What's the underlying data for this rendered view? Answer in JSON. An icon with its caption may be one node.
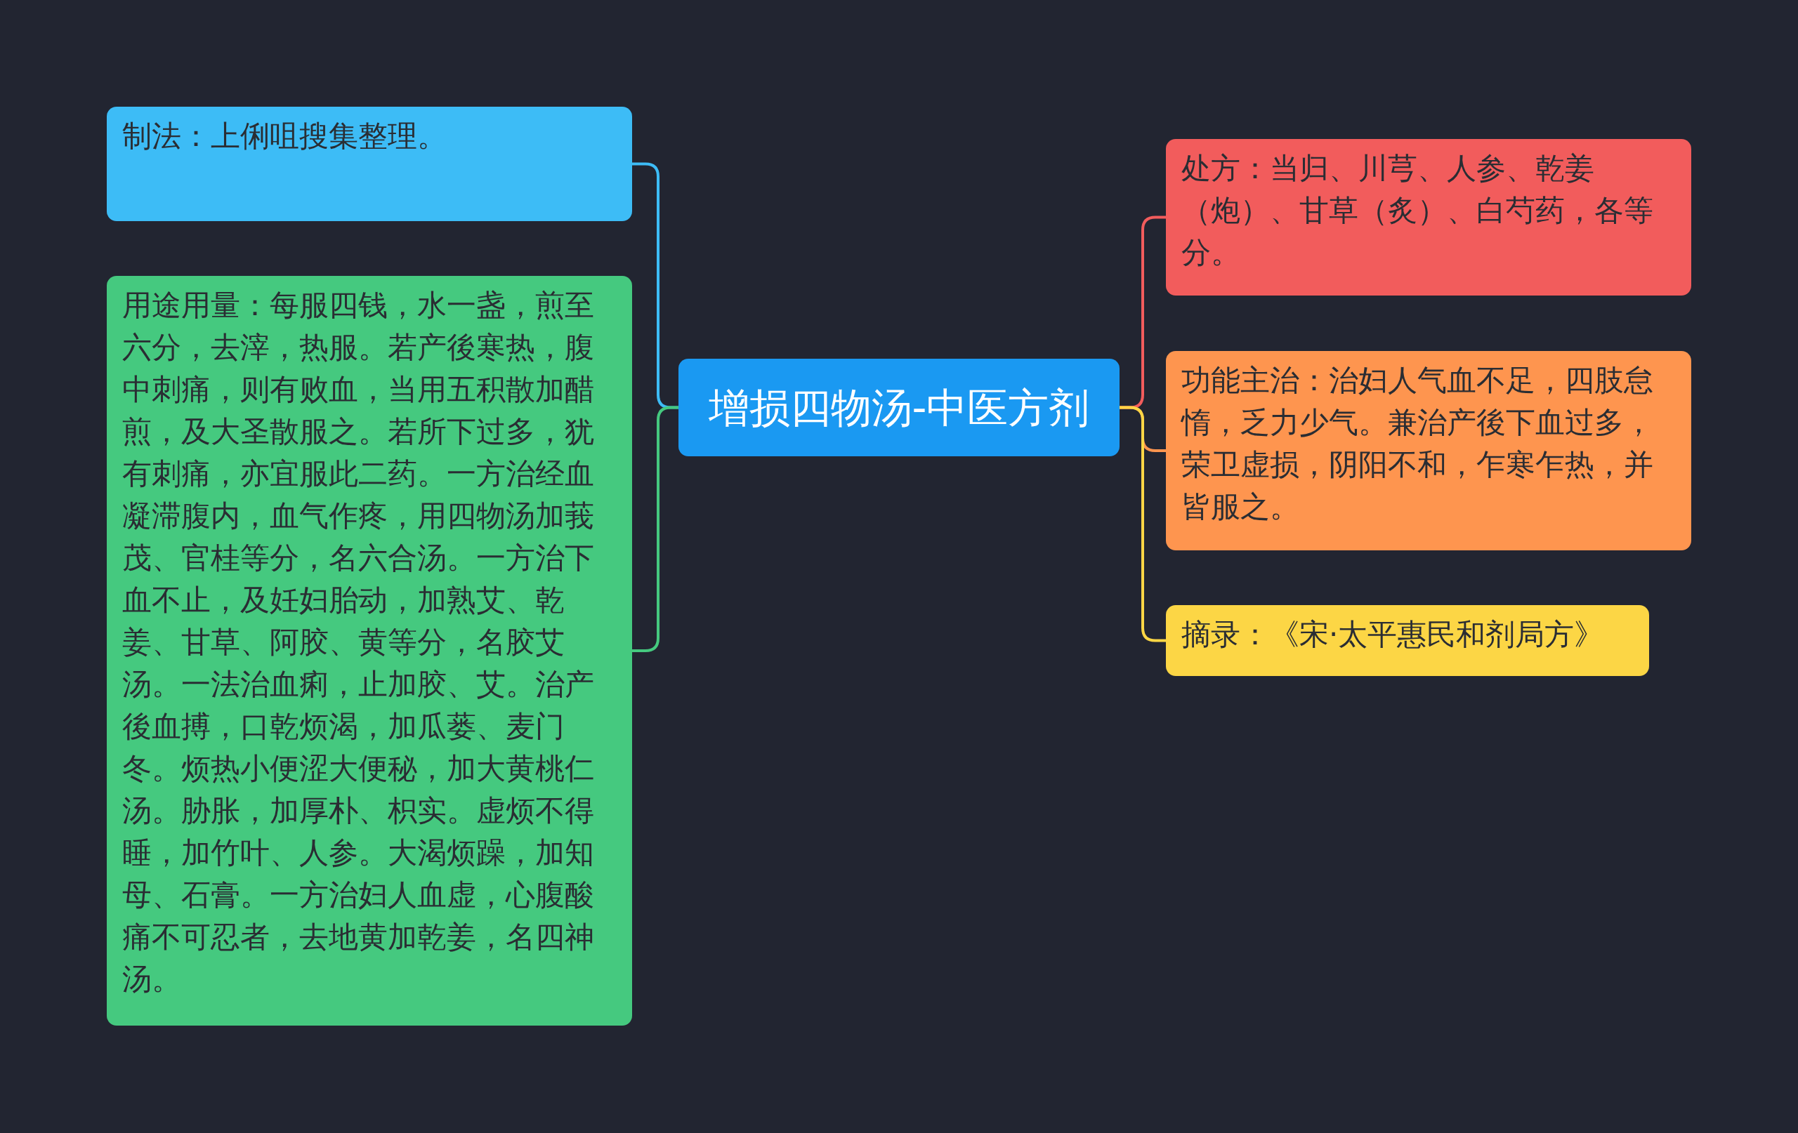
{
  "diagram": {
    "nodes": [
      {
        "text": [
          "增损四物汤-中医方剂"
        ]
      },
      {
        "text": [
          "制法：上俐咀搜集整理。"
        ]
      },
      {
        "text": [
          "用途用量：每服四钱，水一盏，煎至六分，去滓，热服。若产後寒热，腹中刺痛，则有败血，当用五积散加醋煎，及大圣散服之。若所下过多，犹有刺痛，亦宜服此二药。一方治经血凝滞腹内，血气作疼，用四物汤加莪茂、官桂等分，名六合汤。一方治下血不止，及妊妇胎动，加熟艾、乾姜、甘草、阿胶、黄等分，名胶艾汤。一法治血痢，止加胶、艾。治产後血搏，口乾烦渴，加瓜蒌、麦门冬。烦热小便涩大便秘，加大黄桃仁汤。胁胀，加厚朴、枳实。虚烦不得睡，加竹叶、人参。大渴烦躁，加知母、石膏。一方治妇人血虚，心腹酸痛不可忍者，去地黄加乾姜，名四神汤。"
        ]
      },
      {
        "text": [
          "处方：当归、川芎、人参、乾姜（炮）、甘草（炙）、白芍药，各等分。"
        ]
      },
      {
        "text": [
          "功能主治：治妇人气血不足，四肢怠惰，乏力少气。兼治产後下血过多，荣卫虚损，阴阳不和，乍寒乍热，并皆服之。"
        ]
      },
      {
        "text": [
          "摘录：《宋·太平惠民和剂局方》"
        ]
      }
    ],
    "edges": [
      {
        "from": 0,
        "to": 1,
        "arrow": "none",
        "color": "#3dbcf6"
      },
      {
        "from": 0,
        "to": 2,
        "arrow": "none",
        "color": "#45c97f"
      },
      {
        "from": 0,
        "to": 3,
        "arrow": "none",
        "color": "#f25c5c"
      },
      {
        "from": 0,
        "to": 4,
        "arrow": "none",
        "color": "#fe954f"
      },
      {
        "from": 0,
        "to": 5,
        "arrow": "none",
        "color": "#fcd645"
      }
    ]
  }
}
